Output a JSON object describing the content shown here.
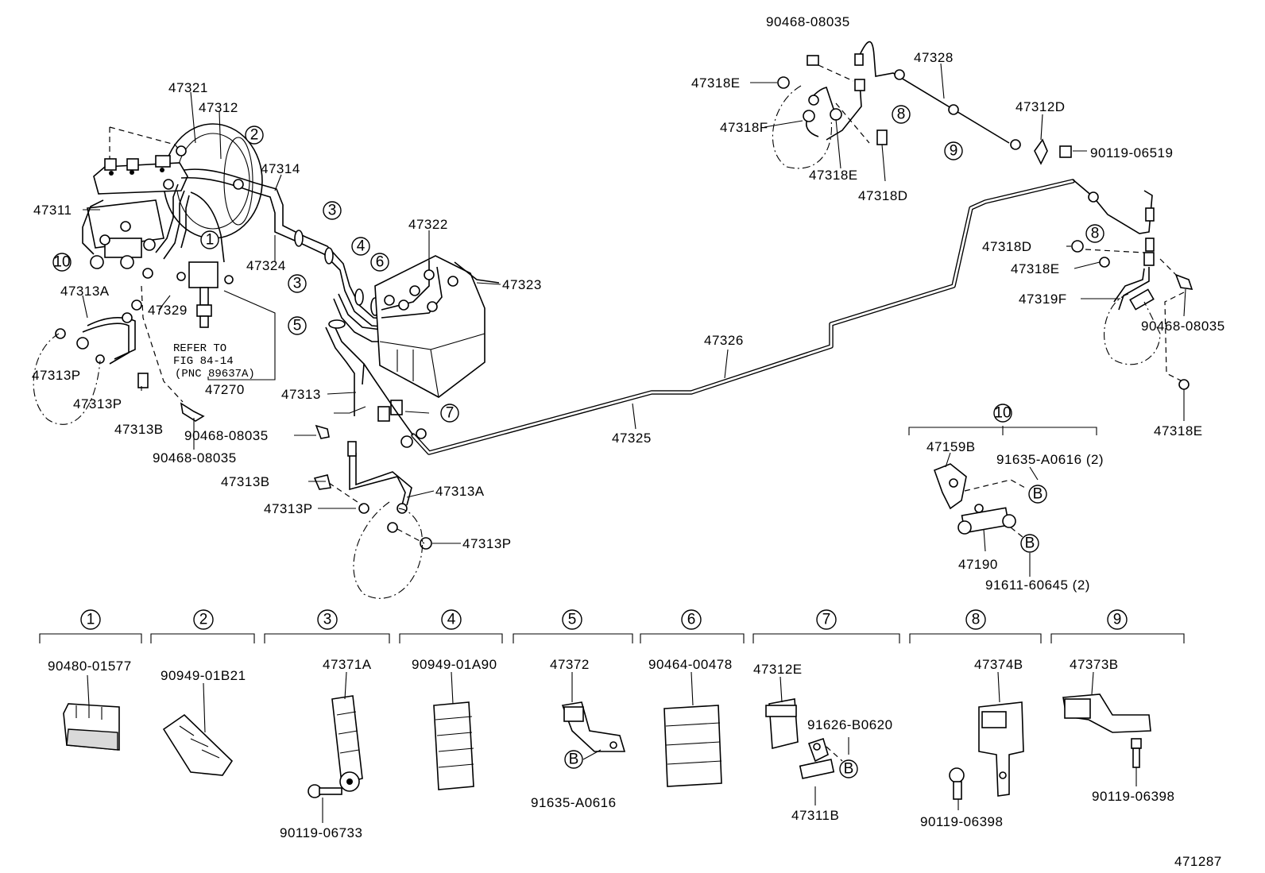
{
  "main_labels": [
    "47321",
    "47312",
    "47314",
    "47311",
    "47324",
    "47322",
    "47323",
    "47329",
    "47313A",
    "47313P",
    "47313P",
    "47313B",
    "90468-08035",
    "47270",
    "47313",
    "90468-08035",
    "47313B",
    "47313P",
    "47313A",
    "47313P",
    "47326",
    "47325",
    "90468-08035",
    "47328",
    "47318E",
    "47318F",
    "47318E",
    "47318D",
    "47312D",
    "90119-06519",
    "47318D",
    "47318E",
    "47319F",
    "90468-08035",
    "47318E",
    "47159B",
    "91635-A0616 (2)",
    "47190",
    "91611-60645 (2)"
  ],
  "refer_note": [
    "REFER TO",
    "FIG 84-14",
    "(PNC 89637A)"
  ],
  "markers": [
    "1",
    "2",
    "3",
    "3",
    "4",
    "5",
    "6",
    "7",
    "8",
    "8",
    "9",
    "10",
    "10",
    "B",
    "B"
  ],
  "detail_groups": [
    {
      "num": "1",
      "parts": [
        "90480-01577"
      ]
    },
    {
      "num": "2",
      "parts": [
        "90949-01B21"
      ]
    },
    {
      "num": "3",
      "parts": [
        "47371A",
        "90119-06733"
      ]
    },
    {
      "num": "4",
      "parts": [
        "90949-01A90"
      ]
    },
    {
      "num": "5",
      "parts": [
        "47372",
        "B",
        "91635-A0616"
      ]
    },
    {
      "num": "6",
      "parts": [
        "90464-00478"
      ]
    },
    {
      "num": "7",
      "parts": [
        "47312E",
        "91626-B0620",
        "B",
        "47311B"
      ]
    },
    {
      "num": "8",
      "parts": [
        "47374B",
        "90119-06398"
      ]
    },
    {
      "num": "9",
      "parts": [
        "47373B",
        "90119-06398"
      ]
    }
  ],
  "figure_id": "471287"
}
